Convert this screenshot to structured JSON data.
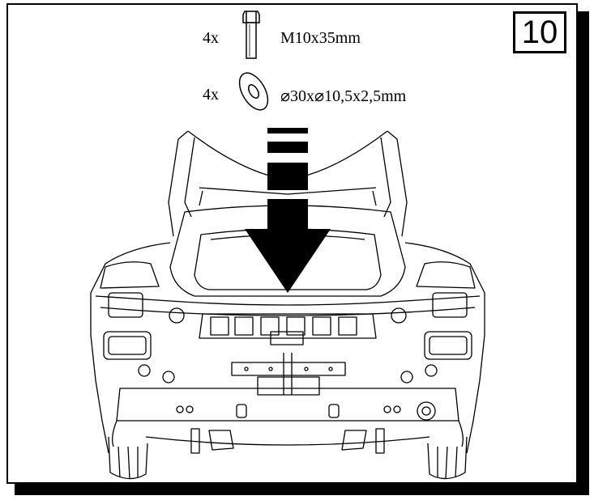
{
  "step_number": "10",
  "parts": [
    {
      "quantity": "4x",
      "icon": "bolt-icon",
      "spec": "M10x35mm"
    },
    {
      "quantity": "4x",
      "icon": "washer-icon",
      "spec": "⌀30x⌀10,5x2,5mm"
    }
  ],
  "colors": {
    "line": "#000000",
    "background": "#ffffff"
  }
}
